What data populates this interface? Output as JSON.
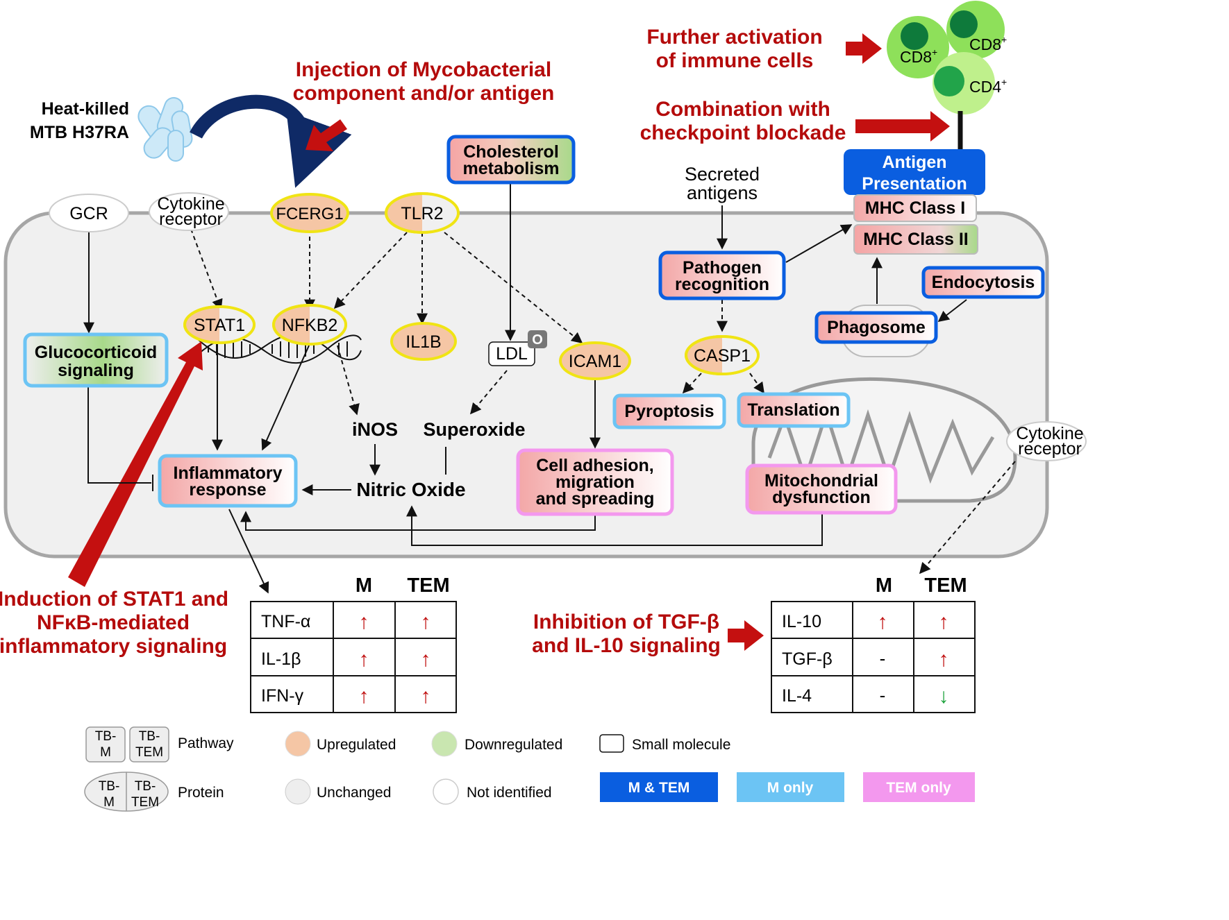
{
  "annotations": {
    "further_activation": [
      "Further activation",
      "of immune cells"
    ],
    "injection": [
      "Injection of Mycobacterial",
      "component and/or antigen"
    ],
    "combination": [
      "Combination with",
      "checkpoint blockade"
    ],
    "induction": [
      "Induction of STAT1 and",
      "NFκB-mediated",
      "inflammatory signaling"
    ],
    "inhibition": [
      "Inhibition of TGF-β",
      "and IL-10 signaling"
    ]
  },
  "stimulus": [
    "Heat-killed",
    "MTB H37RA"
  ],
  "immune_cells": {
    "cd8_a": "CD8",
    "cd8_b": "CD8",
    "cd4": "CD4",
    "sup": "+"
  },
  "receptors": {
    "gcr": "GCR",
    "cytokine_left": [
      "Cytokine",
      "receptor"
    ],
    "cytokine_right": [
      "Cytokine",
      "receptor"
    ]
  },
  "proteins": {
    "fcerg1": "FCERG1",
    "tlr2": "TLR2",
    "stat1": "STAT1",
    "nfkb2": "NFKB2",
    "il1b": "IL1B",
    "icam1": "ICAM1",
    "casp1": "CASP1"
  },
  "small_molecules": {
    "ldl": "LDL",
    "ldl_badge": "O"
  },
  "molecules": {
    "inos": "iNOS",
    "superoxide": "Superoxide",
    "nitric_oxide": "Nitric Oxide"
  },
  "secreted_antigens": [
    "Secreted",
    "antigens"
  ],
  "pathways": {
    "cholesterol": [
      "Cholesterol",
      "metabolism"
    ],
    "glucocorticoid": [
      "Glucocorticoid",
      "signaling"
    ],
    "inflammatory": [
      "Inflammatory",
      "response"
    ],
    "cell_adhesion": [
      "Cell adhesion,",
      "migration",
      "and spreading"
    ],
    "pathogen_recognition": [
      "Pathogen",
      "recognition"
    ],
    "pyroptosis": "Pyroptosis",
    "translation": "Translation",
    "mitochondrial": [
      "Mitochondrial",
      "dysfunction"
    ],
    "phagosome": "Phagosome",
    "endocytosis": "Endocytosis",
    "antigen_presentation": [
      "Antigen",
      "Presentation"
    ],
    "mhc1": "MHC Class I",
    "mhc2": "MHC Class II"
  },
  "table_left": {
    "headers": [
      "M",
      "TEM"
    ],
    "rows": [
      {
        "label": "TNF-α",
        "m": "↑",
        "tem": "↑"
      },
      {
        "label": "IL-1β",
        "m": "↑",
        "tem": "↑"
      },
      {
        "label": "IFN-γ",
        "m": "↑",
        "tem": "↑"
      }
    ]
  },
  "table_right": {
    "headers": [
      "M",
      "TEM"
    ],
    "rows": [
      {
        "label": "IL-10",
        "m": "↑",
        "tem": "↑"
      },
      {
        "label": "TGF-β",
        "m": "-",
        "tem": "↑"
      },
      {
        "label": "IL-4",
        "m": "-",
        "tem": "↓"
      }
    ]
  },
  "legend": {
    "pathway_left": [
      "TB-",
      "M"
    ],
    "pathway_right": [
      "TB-",
      "TEM"
    ],
    "pathway_label": "Pathway",
    "protein_left": [
      "TB-",
      "M"
    ],
    "protein_right": [
      "TB-",
      "TEM"
    ],
    "protein_label": "Protein",
    "upregulated": "Upregulated",
    "downregulated": "Downregulated",
    "unchanged": "Unchanged",
    "not_identified": "Not identified",
    "small_molecule": "Small molecule",
    "m_and_tem": "M & TEM",
    "m_only": "M only",
    "tem_only": "TEM only"
  },
  "colors": {
    "red_annotation": "#b40b0b",
    "upregulated": "#f5c6a5",
    "downregulated": "#c9e6b0",
    "m_and_tem": "#0a5ee0",
    "m_only": "#6cc4f4",
    "tem_only": "#f398ee",
    "cell_fill": "#f0f0f0",
    "protein_ring": "#f0e414"
  }
}
